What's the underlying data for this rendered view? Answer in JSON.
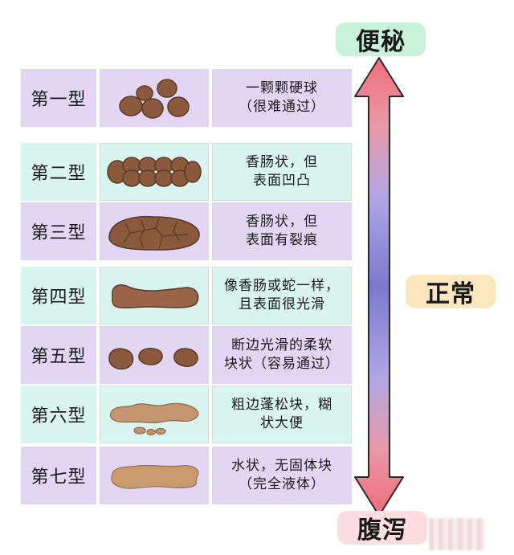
{
  "labels": {
    "constipation": "便秘",
    "normal": "正常",
    "diarrhea": "腹泻"
  },
  "colors": {
    "arrow_top": "#f26c7a",
    "arrow_middle": "#7b7ad0",
    "arrow_bottom": "#f26c7a",
    "stool_dark": "#8b5a3c",
    "stool_light": "#c4956e",
    "row_purple": "#e3d6f5",
    "row_mint": "#d8f5ef"
  },
  "types": [
    {
      "name": "第一型",
      "desc": "一颗颗硬球\n（很难通过）",
      "icon": "hard-lumps-icon"
    },
    {
      "name": "第二型",
      "desc": "香肠状，但\n表面凹凸",
      "icon": "lumpy-sausage-icon"
    },
    {
      "name": "第三型",
      "desc": "香肠状，但\n表面有裂痕",
      "icon": "cracked-sausage-icon"
    },
    {
      "name": "第四型",
      "desc": "像香肠或蛇一样，\n且表面很光滑",
      "icon": "smooth-sausage-icon"
    },
    {
      "name": "第五型",
      "desc": "断边光滑的柔软\n块状（容易通过）",
      "icon": "soft-blobs-icon"
    },
    {
      "name": "第六型",
      "desc": "粗边蓬松块，糊\n状大便",
      "icon": "mushy-pieces-icon"
    },
    {
      "name": "第七型",
      "desc": "水状，无固体块\n（完全液体）",
      "icon": "watery-icon"
    }
  ]
}
